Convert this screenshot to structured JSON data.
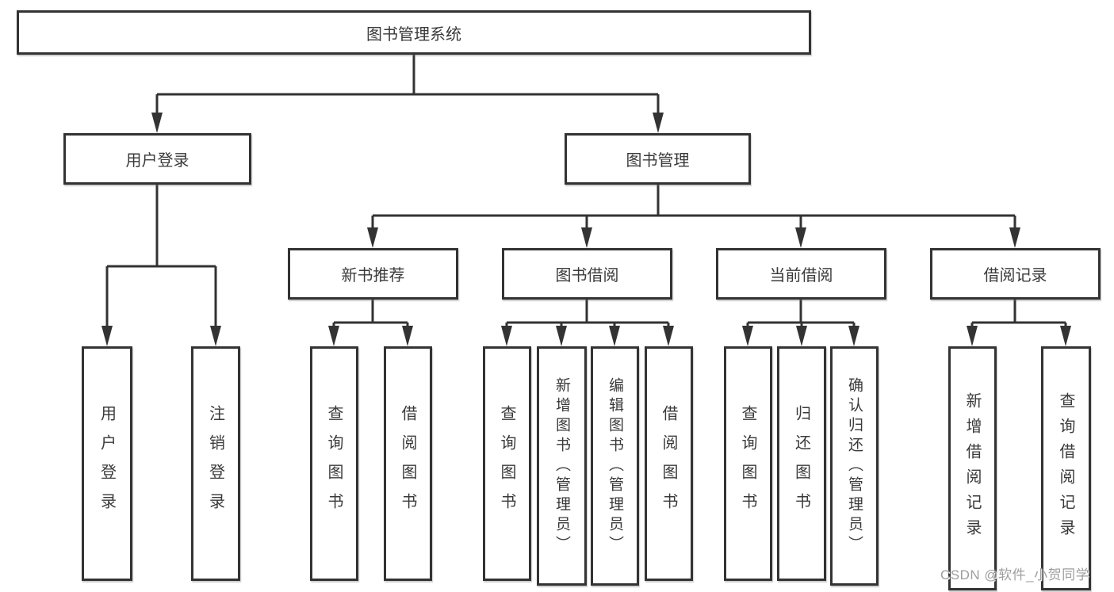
{
  "diagram": {
    "title": "图书管理系统",
    "level2": [
      "用户登录",
      "图书管理"
    ],
    "level3": [
      "新书推荐",
      "图书借阅",
      "当前借阅",
      "借阅记录"
    ],
    "leaves": [
      "用户登录",
      "注销登录",
      "查询图书",
      "借阅图书",
      "查询图书",
      "新增图书（管理员）",
      "编辑图书（管理员）",
      "借阅图书",
      "查询图书",
      "归还图书",
      "确认归还（管理员）",
      "新增借阅记录",
      "查询借阅记录"
    ],
    "structure": {
      "图书管理系统": [
        "用户登录",
        "图书管理"
      ],
      "用户登录": [
        "用户登录",
        "注销登录"
      ],
      "图书管理": [
        "新书推荐",
        "图书借阅",
        "当前借阅",
        "借阅记录"
      ],
      "新书推荐": [
        "查询图书",
        "借阅图书"
      ],
      "图书借阅": [
        "查询图书",
        "新增图书（管理员）",
        "编辑图书（管理员）",
        "借阅图书"
      ],
      "当前借阅": [
        "查询图书",
        "归还图书",
        "确认归还（管理员）"
      ],
      "借阅记录": [
        "新增借阅记录",
        "查询借阅记录"
      ]
    },
    "colors": {
      "line": "#333333",
      "box_border": "#333333",
      "text": "#3a3a3a",
      "watermark": "#9e9e9e",
      "background": "#ffffff"
    }
  },
  "watermark": {
    "text": "CSDN @软件_小贺同学"
  }
}
